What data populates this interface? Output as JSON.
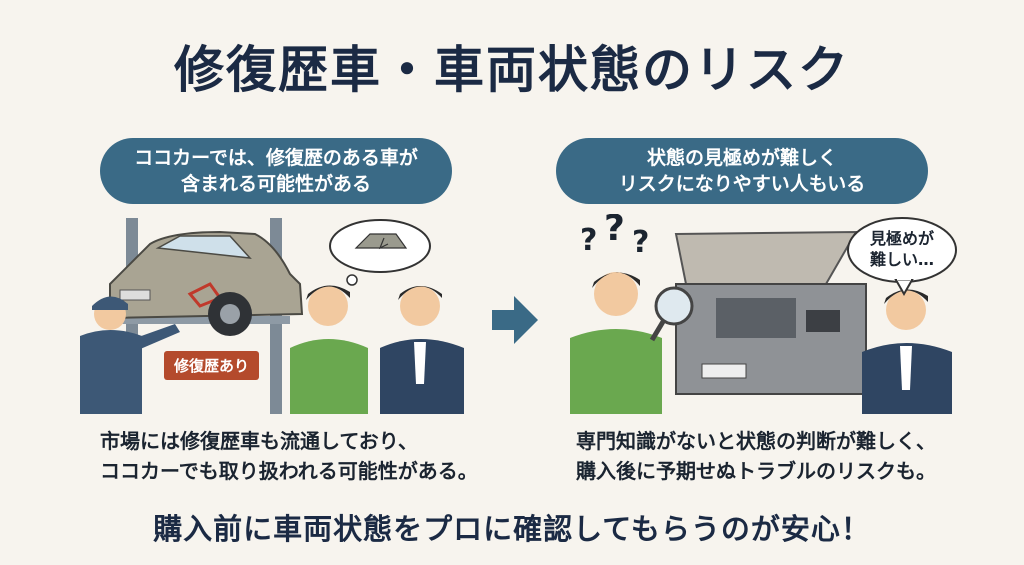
{
  "title": "修復歴車・車両状態のリスク",
  "left_panel": {
    "pill_line1": "ココカーでは、修復歴のある車が",
    "pill_line2": "含まれる可能性がある",
    "tag": "修復歴あり",
    "desc_line1": "市場には修復歴車も流通しており、",
    "desc_line2": "ココカーでも取り扱われる可能性がある。"
  },
  "right_panel": {
    "pill_line1": "状態の見極めが難しく",
    "pill_line2": "リスクになりやすい人もいる",
    "bubble_line1": "見極めが",
    "bubble_line2": "難しい…",
    "desc_line1": "専門知識がないと状態の判断が難しく、",
    "desc_line2": "購入後に予期せぬトラブルのリスクも。"
  },
  "footer": "購入前に車両状態をプロに確認してもらうのが安心！",
  "colors": {
    "pill": "#3a6a86",
    "arrow": "#3a6a86",
    "tag": "#b44a2c",
    "title": "#1b2a44"
  },
  "icons": [
    "lift-car-icon",
    "mechanic-icon",
    "customer-icon",
    "staff-icon",
    "arrow-right-icon",
    "magnifier-icon",
    "engine-bay-icon",
    "question-marks-icon",
    "thought-bubble-icon",
    "speech-bubble-icon"
  ]
}
